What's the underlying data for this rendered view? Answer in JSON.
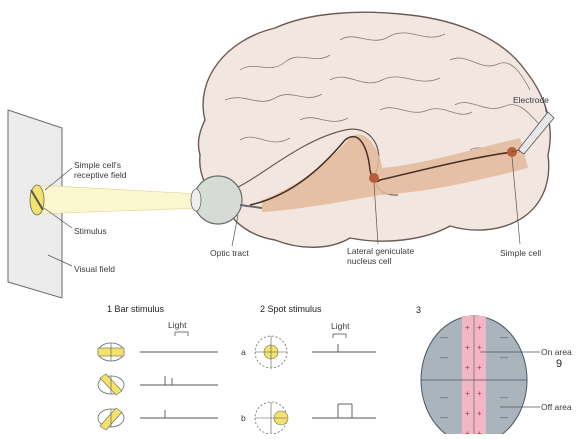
{
  "labels": {
    "electrode": "Electrode",
    "receptive_field": "Simple cell's receptive field",
    "stimulus": "Stimulus",
    "visual_field": "Visual field",
    "optic_tract": "Optic tract",
    "lgn_cell": "Lateral geniculate nucleus cell",
    "simple_cell": "Simple cell",
    "panel1_title": "1  Bar stimulus",
    "panel1_light": "Light",
    "panel2_title": "2  Spot stimulus",
    "panel2_light": "Light",
    "panel2_a": "a",
    "panel2_b": "b",
    "panel3_num": "3",
    "on_area": "On area",
    "off_area": "Off area"
  },
  "page_number": "9",
  "colors": {
    "brain_fill": "#f1e6e0",
    "brain_outline": "#6b5a52",
    "pathway": "#e3b89a",
    "pathway_dark": "#c98a64",
    "beam": "#fbf7cf",
    "panel": "#ececec",
    "oval": "#a9b4bd",
    "strip": "#f2b6c4",
    "yellow": "#f4e26a"
  }
}
